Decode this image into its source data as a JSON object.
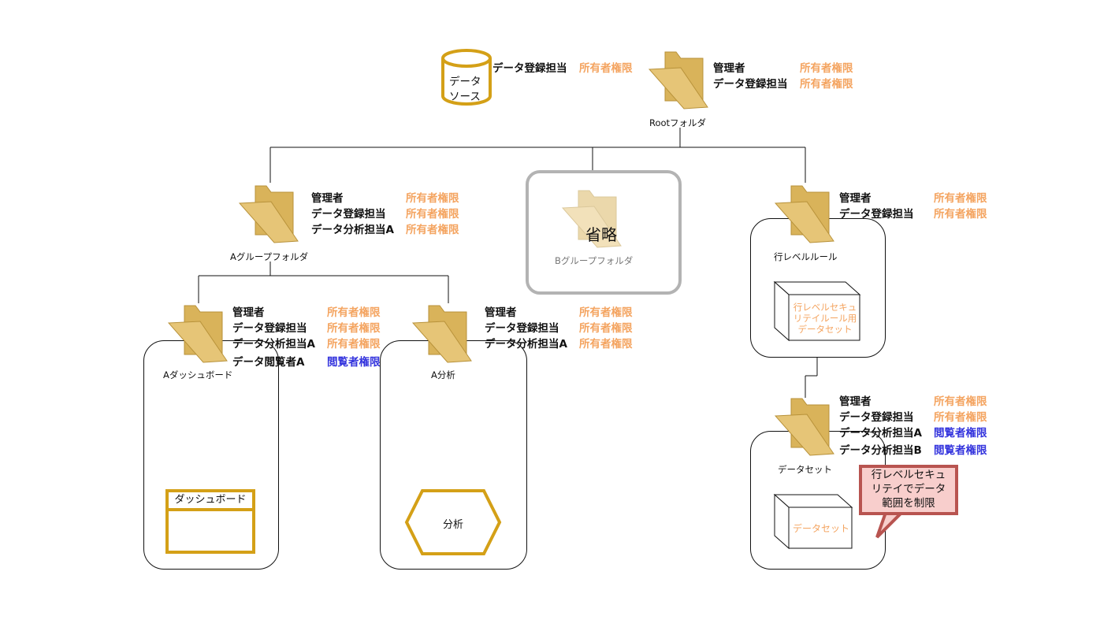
{
  "colors": {
    "owner": "#f4a460",
    "viewer": "#3333dd",
    "gold": "#d4a017",
    "callout_fill": "#f8cecc",
    "callout_border": "#b85450"
  },
  "datasource": {
    "label_line1": "データ",
    "label_line2": "ソース",
    "role": "データ登録担当",
    "perm": "所有者権限"
  },
  "root": {
    "label": "Rootフォルダ",
    "roles": [
      "管理者",
      "データ登録担当"
    ],
    "perms": [
      "所有者権限",
      "所有者権限"
    ]
  },
  "group_a": {
    "label": "Aグループフォルダ",
    "roles": [
      "管理者",
      "データ登録担当",
      "データ分析担当A"
    ],
    "perms": [
      "所有者権限",
      "所有者権限",
      "所有者権限"
    ]
  },
  "group_b": {
    "omit_label": "省略",
    "label": "Bグループフォルダ"
  },
  "rls_folder": {
    "label": "行レベルルール",
    "roles": [
      "管理者",
      "データ登録担当"
    ],
    "perms": [
      "所有者権限",
      "所有者権限"
    ],
    "dataset_lines": [
      "行レベルセキュ",
      "リテイルール用",
      "データセット"
    ]
  },
  "dashboard_folder": {
    "label": "Aダッシュボード",
    "roles": [
      "管理者",
      "データ登録担当",
      "データ分析担当A",
      "データ閲覧者A"
    ],
    "perms": [
      "所有者権限",
      "所有者権限",
      "所有者権限",
      "閲覧者権限"
    ],
    "item_label": "ダッシュボード"
  },
  "analysis_folder": {
    "label": "A分析",
    "roles": [
      "管理者",
      "データ登録担当",
      "データ分析担当A"
    ],
    "perms": [
      "所有者権限",
      "所有者権限",
      "所有者権限"
    ],
    "item_label": "分析"
  },
  "dataset_folder": {
    "label": "データセット",
    "roles": [
      "管理者",
      "データ登録担当",
      "データ分析担当A",
      "データ分析担当B"
    ],
    "perms": [
      "所有者権限",
      "所有者権限",
      "閲覧者権限",
      "閲覧者権限"
    ],
    "item_label": "データセット"
  },
  "callout": {
    "lines": [
      "行レベルセキュ",
      "リテイでデータ",
      "範囲を制限"
    ]
  }
}
